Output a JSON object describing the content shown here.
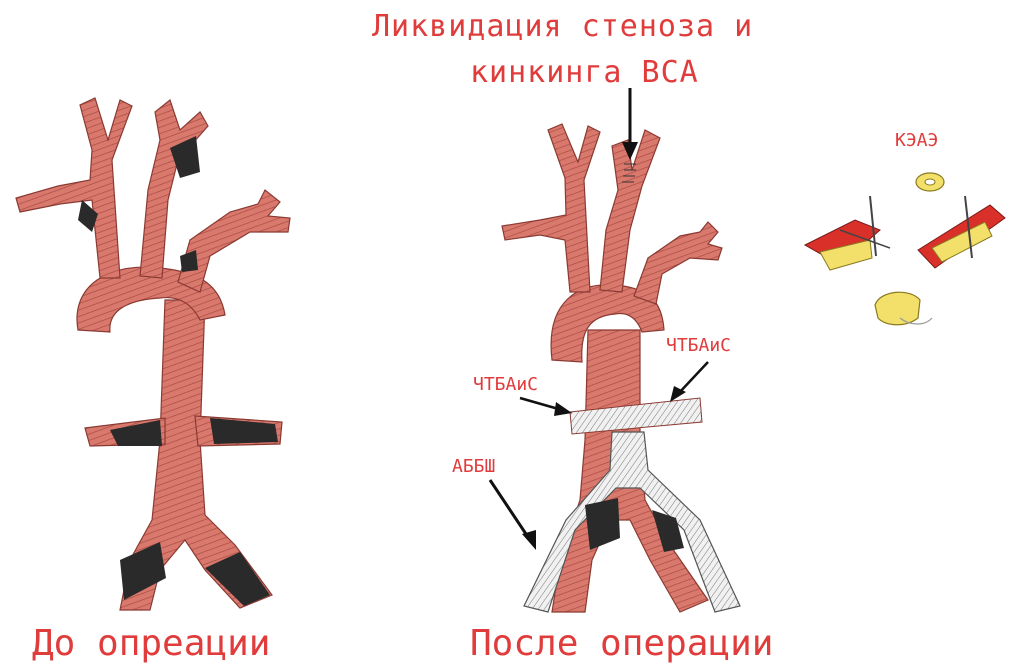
{
  "labels": {
    "title_line1": "Ликвидация стеноза и",
    "title_line2": "кинкинга ВСА",
    "before_caption": "До опреации",
    "after_caption": "После операции",
    "ktbas_left": "ЧТБАиС",
    "ktbas_right": "ЧТБАиС",
    "abbsh": "АББШ",
    "keae": "КЭАЭ"
  },
  "colors": {
    "vessel": "#d9786c",
    "vessel_dark": "#a5483f",
    "lesion": "#2a2a2a",
    "graft": "#f1f1f1",
    "text": "#e03c3c",
    "plaque": "#f2e06a"
  }
}
